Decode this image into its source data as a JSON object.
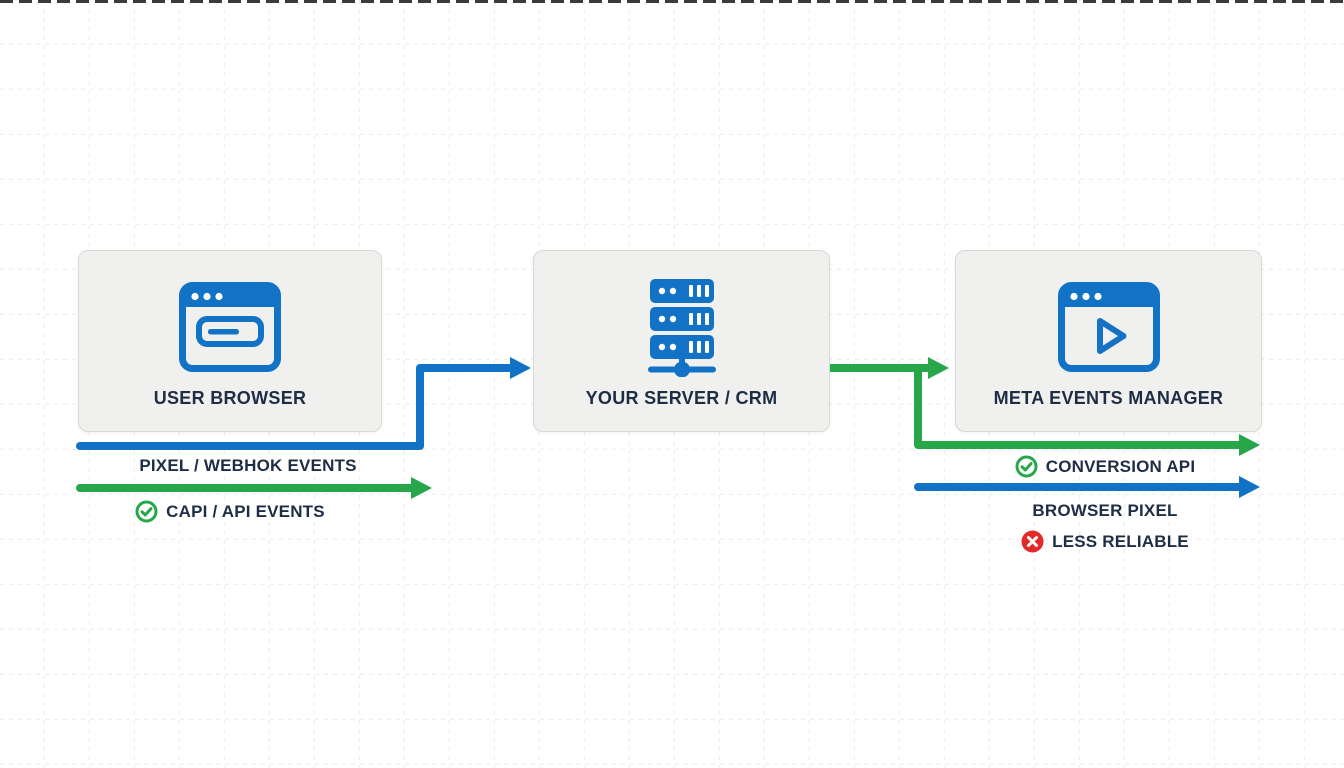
{
  "nodes": [
    {
      "label": "USER BROWSER",
      "icon": "browser-window-icon"
    },
    {
      "label": "YOUR SERVER / CRM",
      "icon": "server-stack-icon"
    },
    {
      "label": "META EVENTS MANAGER",
      "icon": "video-player-window-icon"
    }
  ],
  "edges": {
    "pixel_webhook": {
      "label": "PIXEL / WEBHOK EVENTS",
      "from": "USER BROWSER",
      "to": "YOUR SERVER / CRM",
      "line_color": "#1273c6",
      "status_icon": "none"
    },
    "capi_api": {
      "label": "CAPI / API EVENTS",
      "from": "USER BROWSER",
      "to": "YOUR SERVER / CRM",
      "line_color": "#27a74a",
      "status_icon": "check-circle"
    },
    "conversion_api": {
      "label": "CONVERSION API",
      "from": "YOUR SERVER / CRM",
      "to": "META EVENTS MANAGER",
      "line_color": "#27a74a",
      "status_icon": "check-circle"
    },
    "browser_pixel": {
      "label": "BROWSER PIXEL",
      "from": "USER BROWSER",
      "to": "META EVENTS MANAGER",
      "line_color": "#1273c6",
      "status_icon": "none"
    },
    "less_reliable": {
      "label": "LESS RELIABLE",
      "status_icon": "cross-circle"
    }
  },
  "colors": {
    "blue": "#1273c6",
    "green": "#27a74a",
    "red": "#e22a2a",
    "text": "#1d2d44",
    "card_bg": "#f0f0ee",
    "card_border": "#d9d9d6",
    "grid": "#f1eeed",
    "top_rule": "#3b3b3b"
  }
}
